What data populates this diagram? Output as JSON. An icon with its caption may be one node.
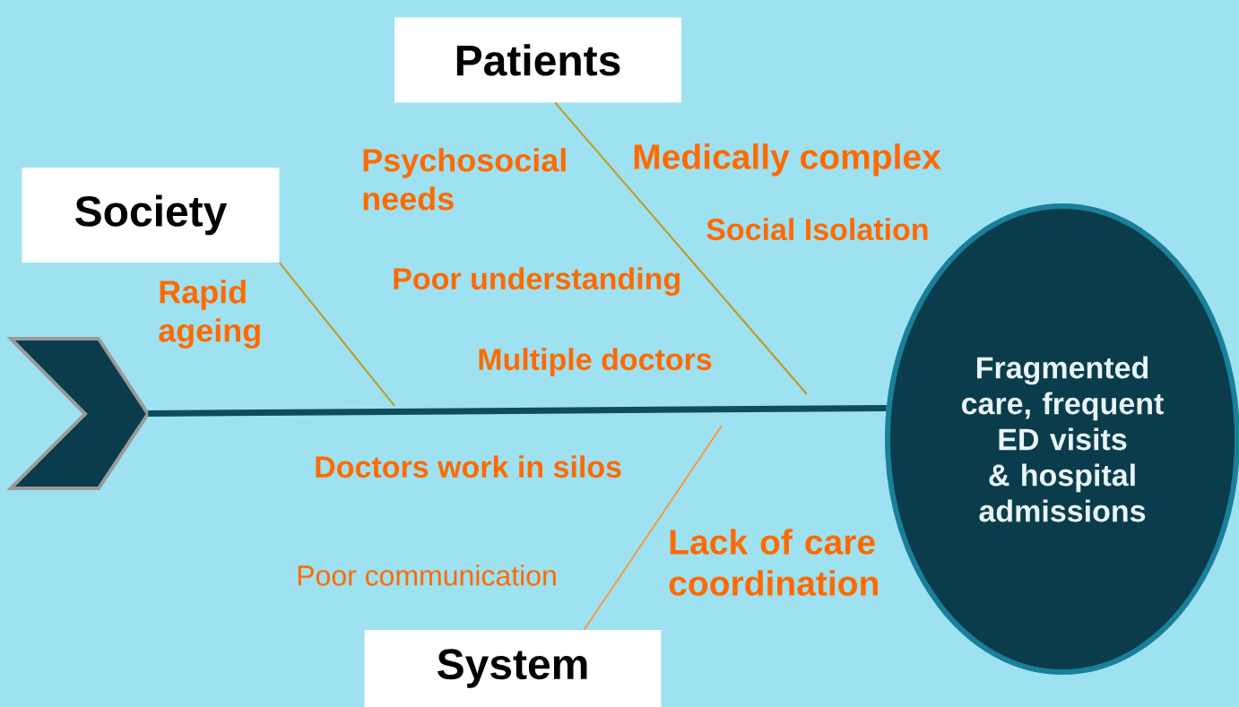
{
  "diagram": {
    "nodes": [
      {
        "text": [
          "Patients"
        ]
      },
      {
        "text": [
          "Society"
        ]
      },
      {
        "text": [
          "System"
        ]
      },
      {
        "text": [
          "Fragmented care, frequent ED visits & hospital admissions"
        ]
      },
      {
        "text": [],
        "shape": "chevron"
      }
    ],
    "edges": [
      {
        "from": 4,
        "to": 3,
        "arrow": "none",
        "style": "thick",
        "color": "#0e4d5e"
      },
      {
        "from": 0,
        "to": null,
        "arrow": "none"
      },
      {
        "from": 1,
        "to": null,
        "arrow": "none"
      },
      {
        "from": 2,
        "to": null,
        "arrow": "none",
        "color": "#f39a4a"
      }
    ],
    "labels": [
      "Psychosocial needs",
      "Medically complex",
      "Social Isolation",
      "Rapid ageing",
      "Poor understanding",
      "Multiple doctors",
      "Doctors work in silos",
      "Lack of care coordination",
      "Poor communication"
    ]
  }
}
